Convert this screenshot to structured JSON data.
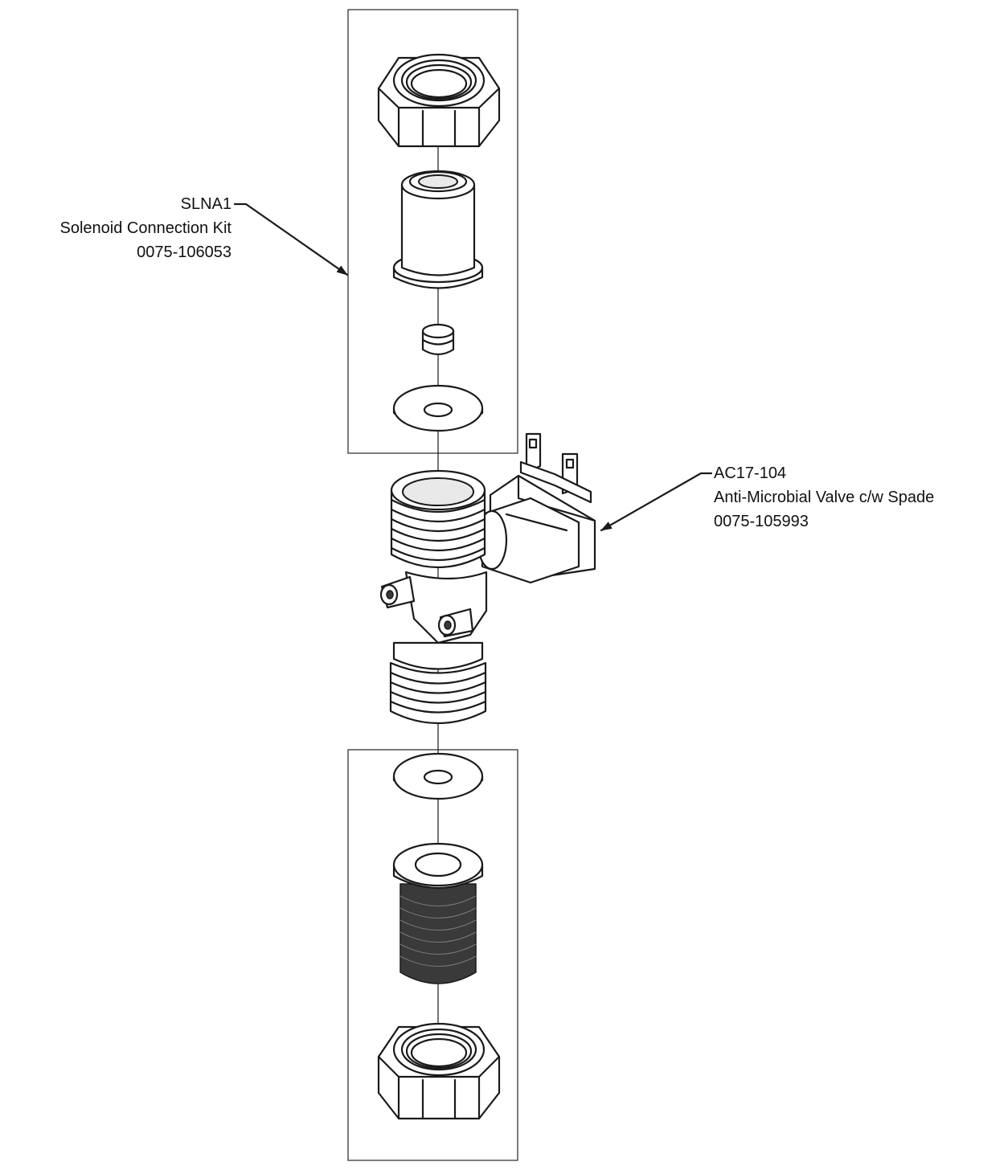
{
  "callouts": {
    "top": {
      "code": "SLNA1",
      "name": "Solenoid Connection Kit",
      "part_number": "0075-106053"
    },
    "valve": {
      "code": "AC17-104",
      "name": "Anti-Microbial Valve c/w Spade",
      "part_number": "0075-105993"
    }
  },
  "colors": {
    "line": "#1a1a1a",
    "part_fill": "#ffffff",
    "shade": "#e9e9e9",
    "thread_dark": "#3a3a3a",
    "kit_box": "#444444"
  }
}
